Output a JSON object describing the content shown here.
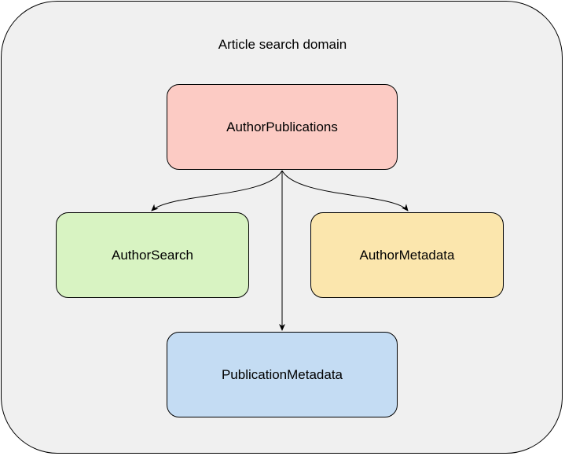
{
  "diagram": {
    "title": "Article search domain",
    "container_fill": "#f0f0f0",
    "edge_color": "#000000",
    "nodes": [
      {
        "id": "root",
        "label": "AuthorPublications",
        "fill": "#fccbc4"
      },
      {
        "id": "search",
        "label": "AuthorSearch",
        "fill": "#d8f3c2"
      },
      {
        "id": "meta",
        "label": "AuthorMetadata",
        "fill": "#fbe6ad"
      },
      {
        "id": "pub",
        "label": "PublicationMetadata",
        "fill": "#c4dcf3"
      }
    ],
    "edges": [
      {
        "from": "root",
        "to": "search"
      },
      {
        "from": "root",
        "to": "meta"
      },
      {
        "from": "root",
        "to": "pub"
      }
    ]
  }
}
